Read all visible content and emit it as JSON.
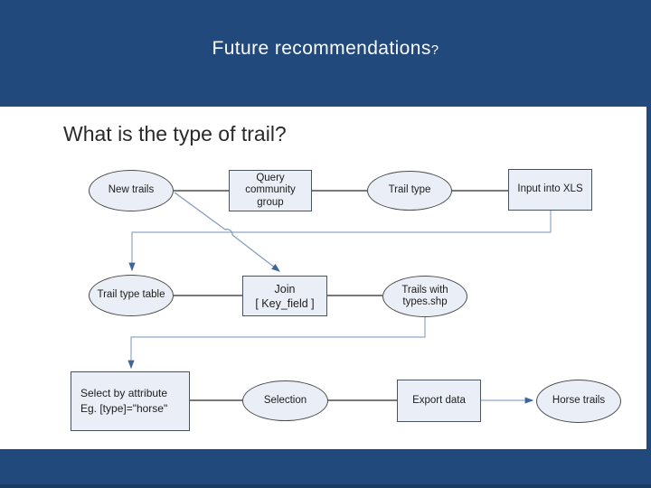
{
  "slide": {
    "title": "Future recommendations",
    "title_suffix": "?"
  },
  "content": {
    "heading": "What is the type of trail?"
  },
  "flowchart": {
    "nodes": {
      "new_trails": {
        "shape": "ellipse",
        "label": "New trails"
      },
      "query_community_group": {
        "shape": "rect",
        "label": "Query\ncommunity\ngroup"
      },
      "trail_type": {
        "shape": "ellipse",
        "label": "Trail type"
      },
      "input_into_xls": {
        "shape": "rect",
        "label": "Input into XLS"
      },
      "trail_type_table": {
        "shape": "ellipse",
        "label": "Trail type table"
      },
      "join": {
        "shape": "rect",
        "label": "Join\n[ Key_field ]"
      },
      "trails_with_types": {
        "shape": "ellipse",
        "label": "Trails with\ntypes.shp"
      },
      "select_by_attribute": {
        "shape": "rect",
        "label": "Select by attribute\nEg. [type]=\"horse\""
      },
      "selection": {
        "shape": "ellipse",
        "label": "Selection"
      },
      "export_data": {
        "shape": "rect",
        "label": "Export data"
      },
      "horse_trails": {
        "shape": "ellipse",
        "label": "Horse trails"
      }
    },
    "edges": [
      {
        "from": "new_trails",
        "to": "query_community_group",
        "type": "line"
      },
      {
        "from": "query_community_group",
        "to": "trail_type",
        "type": "line"
      },
      {
        "from": "trail_type",
        "to": "input_into_xls",
        "type": "line"
      },
      {
        "from": "input_into_xls",
        "to": "trail_type_table",
        "type": "elbow-arrow"
      },
      {
        "from": "new_trails",
        "to": "join",
        "type": "diagonal-arrow-with-line-jump"
      },
      {
        "from": "trail_type_table",
        "to": "join",
        "type": "line"
      },
      {
        "from": "join",
        "to": "trails_with_types",
        "type": "line"
      },
      {
        "from": "trails_with_types",
        "to": "select_by_attribute",
        "type": "elbow-arrow"
      },
      {
        "from": "select_by_attribute",
        "to": "selection",
        "type": "line"
      },
      {
        "from": "selection",
        "to": "export_data",
        "type": "line"
      },
      {
        "from": "export_data",
        "to": "horse_trails",
        "type": "arrow"
      }
    ]
  },
  "colors": {
    "slide_background": "#21497b",
    "panel_background": "#ffffff",
    "title_text": "#fbfbfb",
    "heading_text": "#2a2a2a",
    "node_fill": "#eaeff7",
    "node_border": "#4d4d4d",
    "box_border": "#4b5260",
    "connector_dark": "#4d4d4d",
    "connector_blue": "#8fa7c6",
    "connector_blue_dark": "#7f98bb",
    "arrowhead_blue": "#3f639b",
    "node_text": "#1c1c1c"
  }
}
